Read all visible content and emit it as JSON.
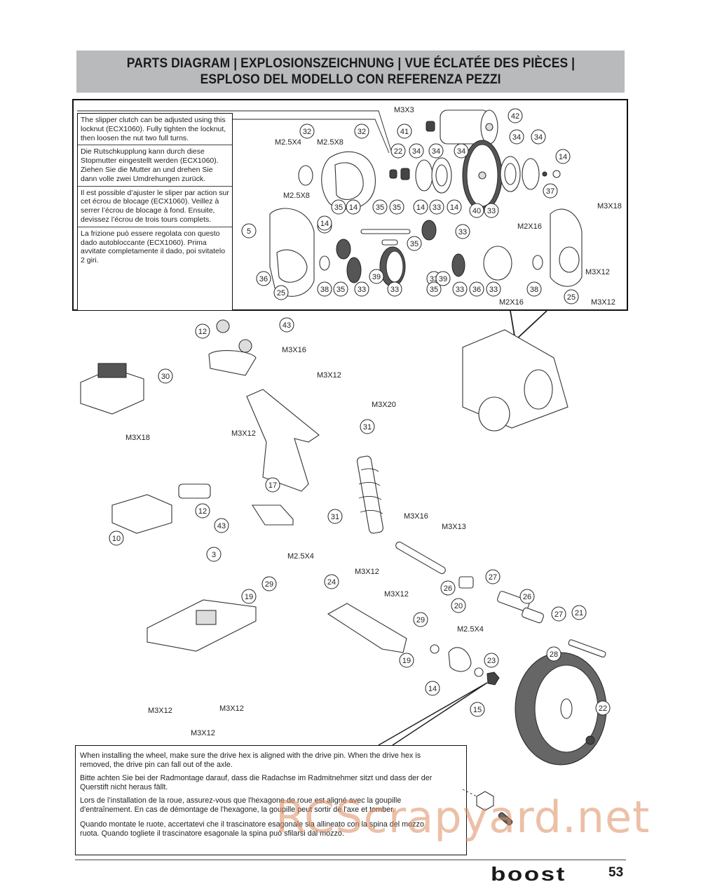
{
  "header": {
    "title_line1": "PARTS DIAGRAM | EXPLOSIONSZEICHNUNG | VUE ÉCLATÉE DES PIÈCES |",
    "title_line2": "ESPLOSO DEL MODELLO CON REFERENZA PEZZI"
  },
  "slipper_note": {
    "en": "The slipper clutch can be adjusted using this locknut (ECX1060). Fully tighten the locknut, then loosen the nut two full turns.",
    "de": "Die Rutschkupplung kann durch diese Stopmutter eingestellt werden (ECX1060). Ziehen Sie die Mutter an und drehen Sie dann volle zwei Umdrehungen zurück.",
    "fr": "Il est possible d’ajuster le sliper par action sur cet écrou de blocage (ECX1060). Veillez à serrer l’écrou de blocage à fond. Ensuite, devissez l’écrou de trois tours complets.",
    "it": "La frizione può essere regolata con questo dado autobloccante (ECX1060). Prima avvitate completamente il dado, poi svitatelo 2 giri."
  },
  "wheel_note": {
    "en": "When installing the wheel, make sure the drive hex is aligned with the drive pin. When the drive hex is removed, the drive pin can fall out of the axle.",
    "de": "Bitte achten Sie bei der Radmontage darauf, dass die Radachse im Radmitnehmer sitzt und dass der der Querstift nicht heraus fällt.",
    "fr": "Lors de l’installation de la roue, assurez-vous que l'hexagone de roue est aligné avec la goupille d'entraînement. En cas de démontage de l'hexagone, la goupille peut sortir de l'axe et tomber.",
    "it": "Quando montate le ruote, accertatevi che il trascinatore esagonale sia allineato con la spina del mozzo ruota. Quando togliete il trascinatore esagonale la spina può sfilarsi dal mozzo."
  },
  "transmission_callouts": {
    "screws": [
      "M3X3",
      "M2.5X4",
      "M2.5X8",
      "M2.5X8",
      "M3X18",
      "M2X16",
      "M2X16",
      "M3X12",
      "M3X12"
    ],
    "parts": [
      "42",
      "41",
      "32",
      "32",
      "22",
      "34",
      "34",
      "34",
      "34",
      "34",
      "14",
      "37",
      "40",
      "33",
      "5",
      "33",
      "35",
      "14",
      "35",
      "35",
      "14",
      "33",
      "14",
      "14",
      "33",
      "35",
      "36",
      "25",
      "38",
      "35",
      "33",
      "39",
      "33",
      "33",
      "35",
      "39",
      "33",
      "36",
      "33",
      "38",
      "25"
    ]
  },
  "chassis_callouts": {
    "screws": [
      "M3X16",
      "M3X12",
      "M3X18",
      "M3X12",
      "M3X20",
      "M3X16",
      "M3X13",
      "M3X12",
      "M2.5X4",
      "M3X12",
      "M2.5X4",
      "M3X12",
      "M3X12",
      "M3X12"
    ],
    "parts": [
      "12",
      "43",
      "30",
      "17",
      "12",
      "43",
      "10",
      "31",
      "31",
      "3",
      "29",
      "19",
      "24",
      "20",
      "26",
      "27",
      "26",
      "27",
      "21",
      "29",
      "19",
      "28",
      "23",
      "14",
      "15",
      "22"
    ]
  },
  "watermark": "RCScrapyard.net",
  "footer": {
    "brand": "boost",
    "page_number": "53"
  }
}
